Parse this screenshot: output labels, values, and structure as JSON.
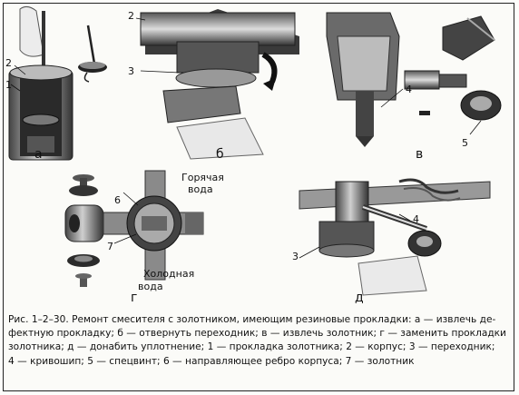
{
  "panels": {
    "a": {
      "letter": "а",
      "callouts": [
        "2",
        "1"
      ]
    },
    "b": {
      "letter": "б",
      "callouts": [
        "2",
        "3"
      ]
    },
    "v": {
      "letter": "в",
      "callouts": [
        "4",
        "5"
      ]
    },
    "g": {
      "letter": "г",
      "callouts": [
        "6",
        "7"
      ],
      "hot_water": [
        "Горячая",
        "вода"
      ],
      "cold_water": [
        "Холодная",
        "вода"
      ]
    },
    "d": {
      "letter": "д",
      "callouts": [
        "3",
        "4"
      ]
    }
  },
  "caption": {
    "lines": [
      "Рис. 1–2–30. Ремонт смесителя с золотником, имеющим резиновые прокладки: а — извлечь де-",
      "фектную прокладку; б — отвернуть переходник; в — извлечь золотник; г — заменить прокладки",
      "золотника; д — донабить уплотнение; 1 — прокладка золотника; 2 — корпус; 3 — переходник;",
      "4 — кривошип; 5 — спецвинт; 6 — направляющее ребро корпуса; 7 — золотник"
    ]
  }
}
